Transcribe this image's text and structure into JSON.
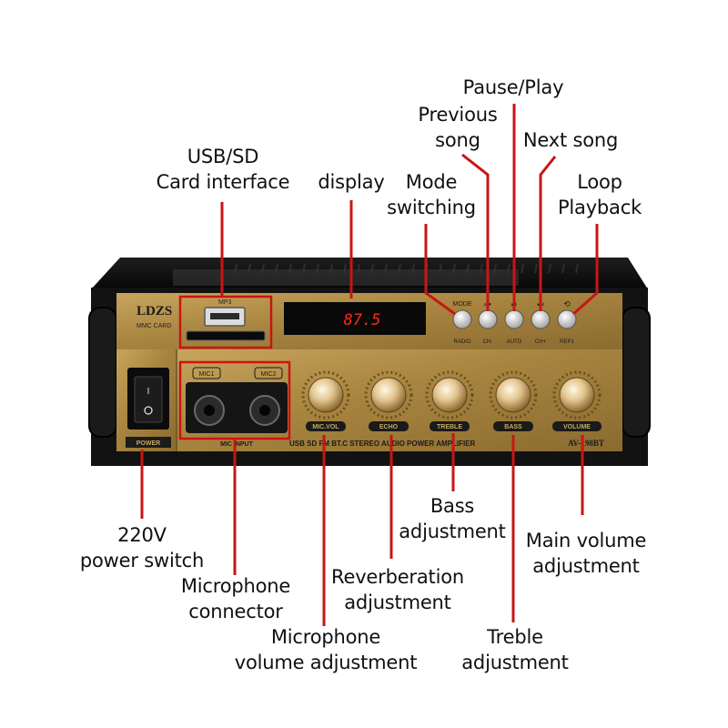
{
  "labels": {
    "pause_play": "Pause/Play",
    "previous_song": [
      "Previous",
      "song"
    ],
    "next_song": "Next song",
    "usb_sd": [
      "USB/SD",
      "Card interface"
    ],
    "display": "display",
    "mode_switching": [
      "Mode",
      "switching"
    ],
    "loop_playback": [
      "Loop",
      "Playback"
    ],
    "power_switch": [
      "220V",
      "power switch"
    ],
    "mic_connector": [
      "Microphone",
      "connector"
    ],
    "mic_volume": [
      "Microphone",
      "volume adjustment"
    ],
    "reverb": [
      "Reverberation",
      "adjustment"
    ],
    "bass": [
      "Bass",
      "adjustment"
    ],
    "treble": [
      "Treble",
      "adjustment"
    ],
    "main_volume": [
      "Main volume",
      "adjustment"
    ]
  },
  "device": {
    "brand": "LDZS",
    "mp3": "MP3",
    "mmc_card": "MMC CARD",
    "display_value": "87.5",
    "mode_top": "MODE",
    "buttons_bottom": [
      "RADIO",
      "CH-",
      "AUTO",
      "CH+",
      "REP1"
    ],
    "mic1": "MIC1",
    "mic2": "MIC2",
    "mic_input": "MIC INPUT",
    "power": "POWER",
    "knobs": [
      "MIC.VOL",
      "ECHO",
      "TREBLE",
      "BASS",
      "VOLUME"
    ],
    "strip_text": "USB SD FM BT.C STEREO AUDIO POWER AMPLIFIER",
    "model": "AV-198BT"
  },
  "colors": {
    "callout_red": "#c81515",
    "gold_panel": "#a98a48",
    "body_black": "#141414",
    "display_red": "#ff2a1a"
  }
}
